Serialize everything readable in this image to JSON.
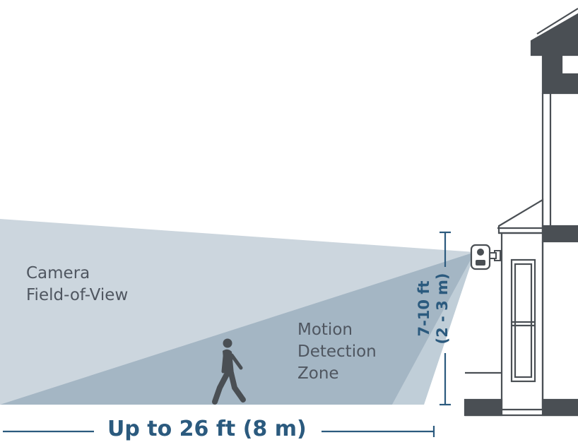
{
  "colors": {
    "field_of_view": "#ccd6de",
    "motion_zone": "#a4b6c4",
    "motion_zone_inner": "#c0ced8",
    "accent": "#2b5a7e",
    "house_line": "#4a4f54",
    "text": "#4f5660"
  },
  "labels": {
    "field_of_view": [
      "Camera",
      "Field-of-View"
    ],
    "motion_zone": [
      "Motion",
      "Detection",
      "Zone"
    ],
    "mount_height": [
      "7-10 ft",
      "(2 - 3 m)"
    ],
    "range": "Up to 26 ft (8 m)"
  },
  "icons": {
    "camera": "security-camera-icon",
    "person": "walking-person-icon"
  }
}
